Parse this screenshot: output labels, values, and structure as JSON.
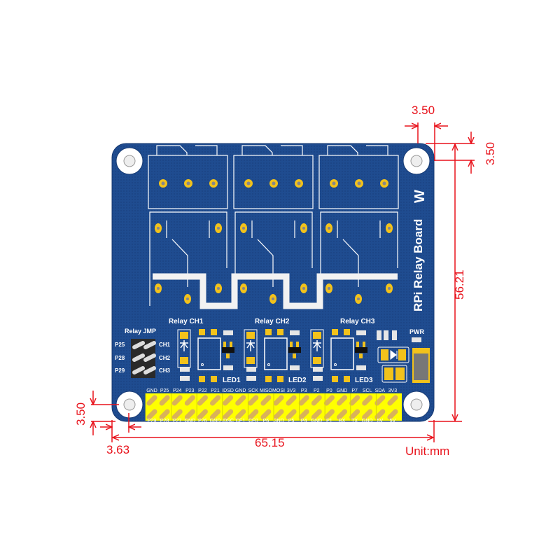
{
  "board": {
    "title": "RPi Relay Board",
    "logo_text": "W",
    "channel_labels": [
      "Relay CH1",
      "Relay CH2",
      "Relay CH3"
    ],
    "led_labels": [
      "LED1",
      "LED2",
      "LED3"
    ],
    "jumper_title": "Relay JMP",
    "jumper_left": [
      "P25",
      "P28",
      "P29"
    ],
    "jumper_right": [
      "CH1",
      "CH2",
      "CH3"
    ],
    "power_label": "PWR",
    "header_top": [
      "GND",
      "P25",
      "P24",
      "P23",
      "P22",
      "P21",
      "IDSD",
      "GND",
      "SCK",
      "MISO",
      "MOSI",
      "3V3",
      "P3",
      "P2",
      "P0",
      "GND",
      "P7",
      "SCL",
      "SDA",
      "3V3"
    ],
    "header_bottom": [
      "P29",
      "P28",
      "P27",
      "GND",
      "P26",
      "GND",
      "IDSC",
      "CE1",
      "CE0",
      "P6",
      "GND",
      "P5",
      "P4",
      "GND",
      "P1",
      "RX",
      "TX",
      "GND",
      "5V",
      "5V"
    ],
    "colors": {
      "pcb": "#1d4a8e",
      "pad": "#f2c21b",
      "header": "#ffff00",
      "dimension": "#e8121b"
    }
  },
  "dimensions": {
    "top_hole_offset": "3.50",
    "right_hole_offset": "3.50",
    "height": "56.21",
    "left_hole_offset": "3.50",
    "bottom_hole_offset": "3.63",
    "width": "65.15",
    "unit": "Unit:mm"
  }
}
